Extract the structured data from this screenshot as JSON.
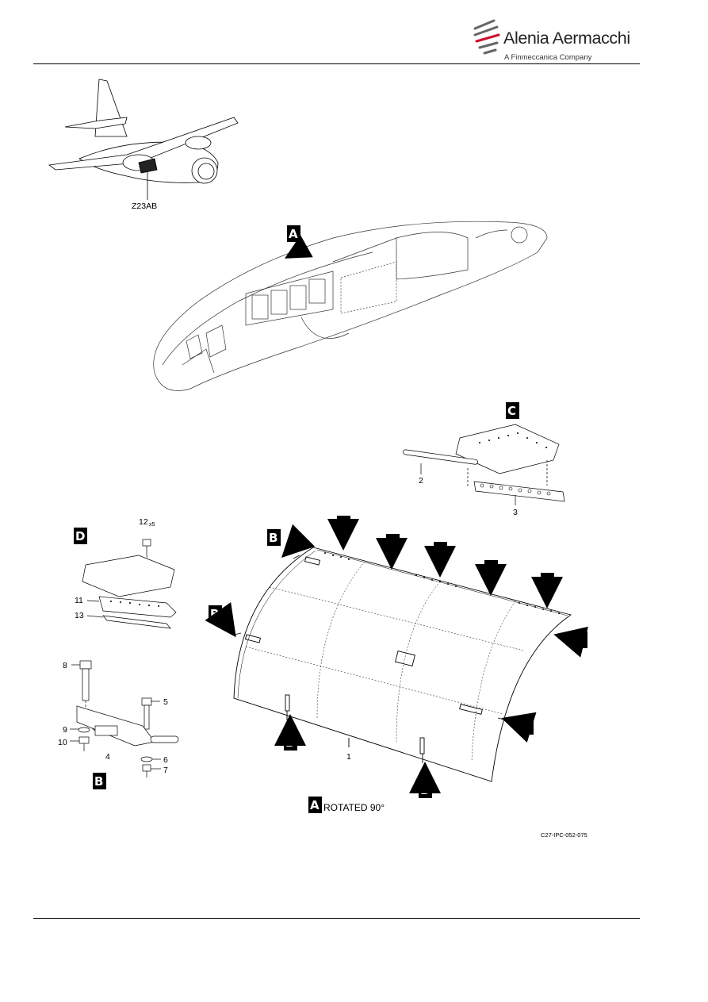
{
  "header": {
    "brand_name": "Alenia Aermacchi",
    "brand_subtitle": "A Finmeccanica Company"
  },
  "figure": {
    "zone_label": "Z23AB",
    "view_callouts": {
      "a": "A",
      "b": "B",
      "c": "C",
      "d": "D"
    },
    "view_note": "ROTATED 90°",
    "item_numbers": {
      "i1": "1",
      "i2": "2",
      "i3": "3",
      "i4": "4",
      "i5": "5",
      "i6": "6",
      "i7": "7",
      "i8": "8",
      "i9": "9",
      "i10": "10",
      "i11": "11",
      "i12": "12",
      "i12_qty": "x5",
      "i13": "13"
    },
    "drawing_code": "C27-IPC-052-075"
  },
  "colors": {
    "line": "#000000",
    "brand_gray": "#555555",
    "brand_red": "#c8102e"
  }
}
